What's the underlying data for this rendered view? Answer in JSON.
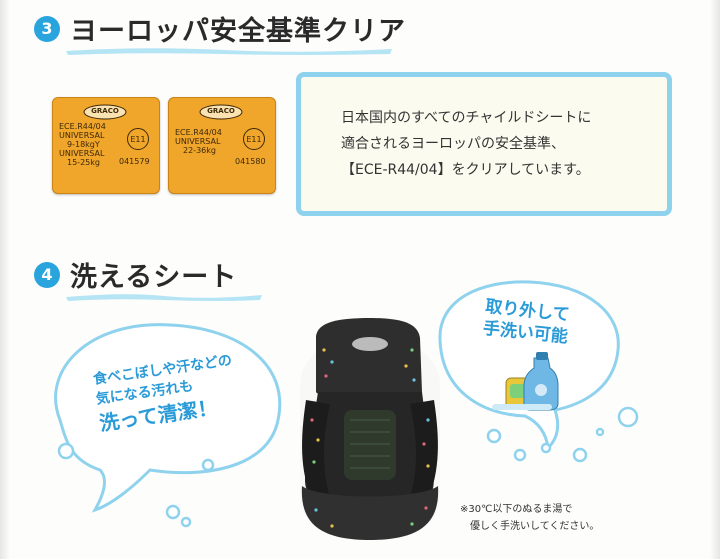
{
  "section3": {
    "number": "3",
    "title": "ヨーロッパ安全基準クリア"
  },
  "labels": [
    {
      "logo": "GRACO",
      "lines": [
        "ECE.R44/04",
        "UNIVERSAL",
        "9-18kgY",
        "UNIVERSAL",
        "15-25kg"
      ],
      "mark": "E11",
      "approval": "041579"
    },
    {
      "logo": "GRACO",
      "lines": [
        "ECE.R44/04",
        "UNIVERSAL",
        "22-36kg"
      ],
      "mark": "E11",
      "approval": "041580"
    }
  ],
  "standard_text": [
    "日本国内のすべてのチャイルドシートに",
    "適合されるヨーロッパの安全基準、",
    "【ECE-R44/04】をクリアしています。"
  ],
  "section4": {
    "number": "4",
    "title": "洗えるシート"
  },
  "bubble_left": [
    "食べこぼしや汗などの",
    "気になる汚れも",
    "洗って清潔！"
  ],
  "bubble_right": [
    "取り外して",
    "手洗い可能"
  ],
  "note": [
    "※30℃以下のぬるま湯で",
    "優しく手洗いしてください。"
  ],
  "colors": {
    "accent": "#29a4dc",
    "frame": "#8fd2ee",
    "label_orange": "#f0a52b",
    "bubble_text": "#2b9bd8"
  }
}
